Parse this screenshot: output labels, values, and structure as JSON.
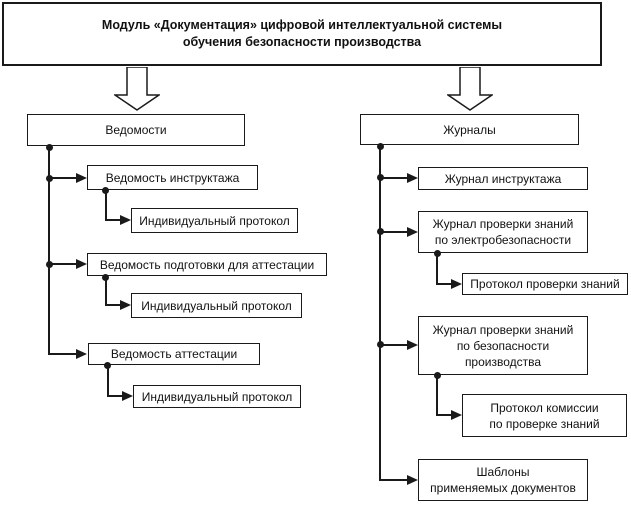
{
  "colors": {
    "line": "#1a1a1a",
    "box_background": "#ffffff",
    "text": "#111111"
  },
  "title": {
    "text": "Модуль «Документация» цифровой интеллектуальной системы\nобучения безопасности производства"
  },
  "left_branch": {
    "root": "Ведомости",
    "items": [
      {
        "label": "Ведомость инструктажа",
        "child": "Индивидуальный протокол"
      },
      {
        "label": "Ведомость подготовки для аттестации",
        "child": "Индивидуальный протокол"
      },
      {
        "label": "Ведомость  аттестации",
        "child": "Индивидуальный протокол"
      }
    ]
  },
  "right_branch": {
    "root": "Журналы",
    "items": [
      {
        "label": "Журнал инструктажа"
      },
      {
        "label": "Журнал проверки знаний\nпо электробезопасности",
        "child": "Протокол проверки знаний"
      },
      {
        "label": "Журнал проверки знаний\nпо безопасности\nпроизводства",
        "child": "Протокол комиссии\nпо проверке знаний"
      },
      {
        "label": "Шаблоны\nприменяемых документов"
      }
    ]
  }
}
